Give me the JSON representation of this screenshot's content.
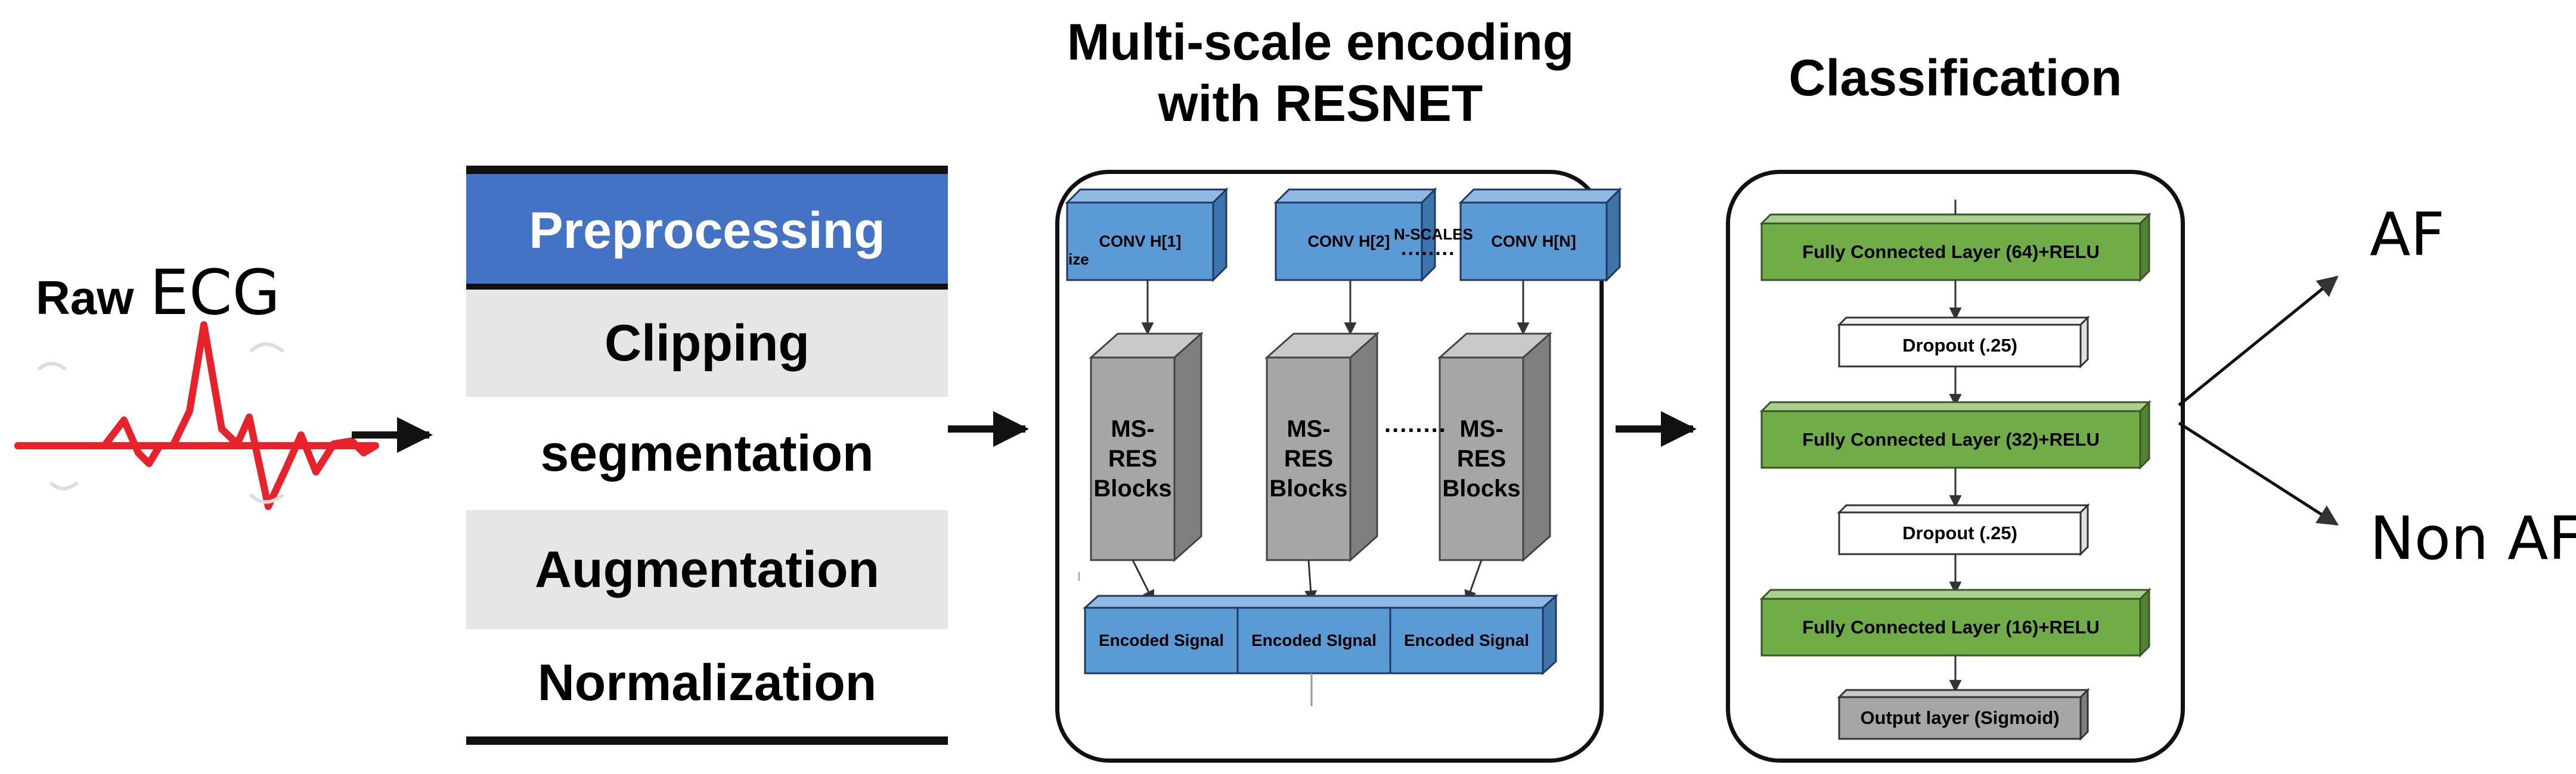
{
  "raw_ecg": {
    "prefix": "Raw",
    "label": "ECG"
  },
  "preprocessing": {
    "header": "Preprocessing",
    "steps": [
      "Clipping",
      "segmentation",
      "Augmentation",
      "Normalization"
    ]
  },
  "encoding": {
    "title_line1": "Multi-scale encoding",
    "title_line2": "with RESNET",
    "conv_labels": [
      "CONV H[1]",
      "CONV H[2]",
      "CONV H[N]"
    ],
    "n_scales": "N-SCALES",
    "dots": "........",
    "side_fragment": "ize",
    "ms_block_lines": [
      "MS-",
      "RES",
      "Blocks"
    ],
    "encoded_labels": [
      "Encoded Signal",
      "Encoded SIgnal",
      "Encoded Signal"
    ]
  },
  "classification": {
    "title": "Classification",
    "layers": [
      "Fully Connected Layer (64)+RELU",
      "Dropout (.25)",
      "Fully Connected Layer (32)+RELU",
      "Dropout (.25)",
      "Fully Connected Layer (16)+RELU",
      "Output layer (Sigmoid)"
    ]
  },
  "outputs": [
    "AF",
    "Non AF"
  ],
  "colors": {
    "header_blue": "#4472c4",
    "cube_blue": "#5b9bd5",
    "ms_grey": "#a6a6a6",
    "fc_green": "#70ad47",
    "output_grey": "#a6a6a6",
    "ecg_red": "#e8222a",
    "row_grey": "#e6e6e6"
  }
}
